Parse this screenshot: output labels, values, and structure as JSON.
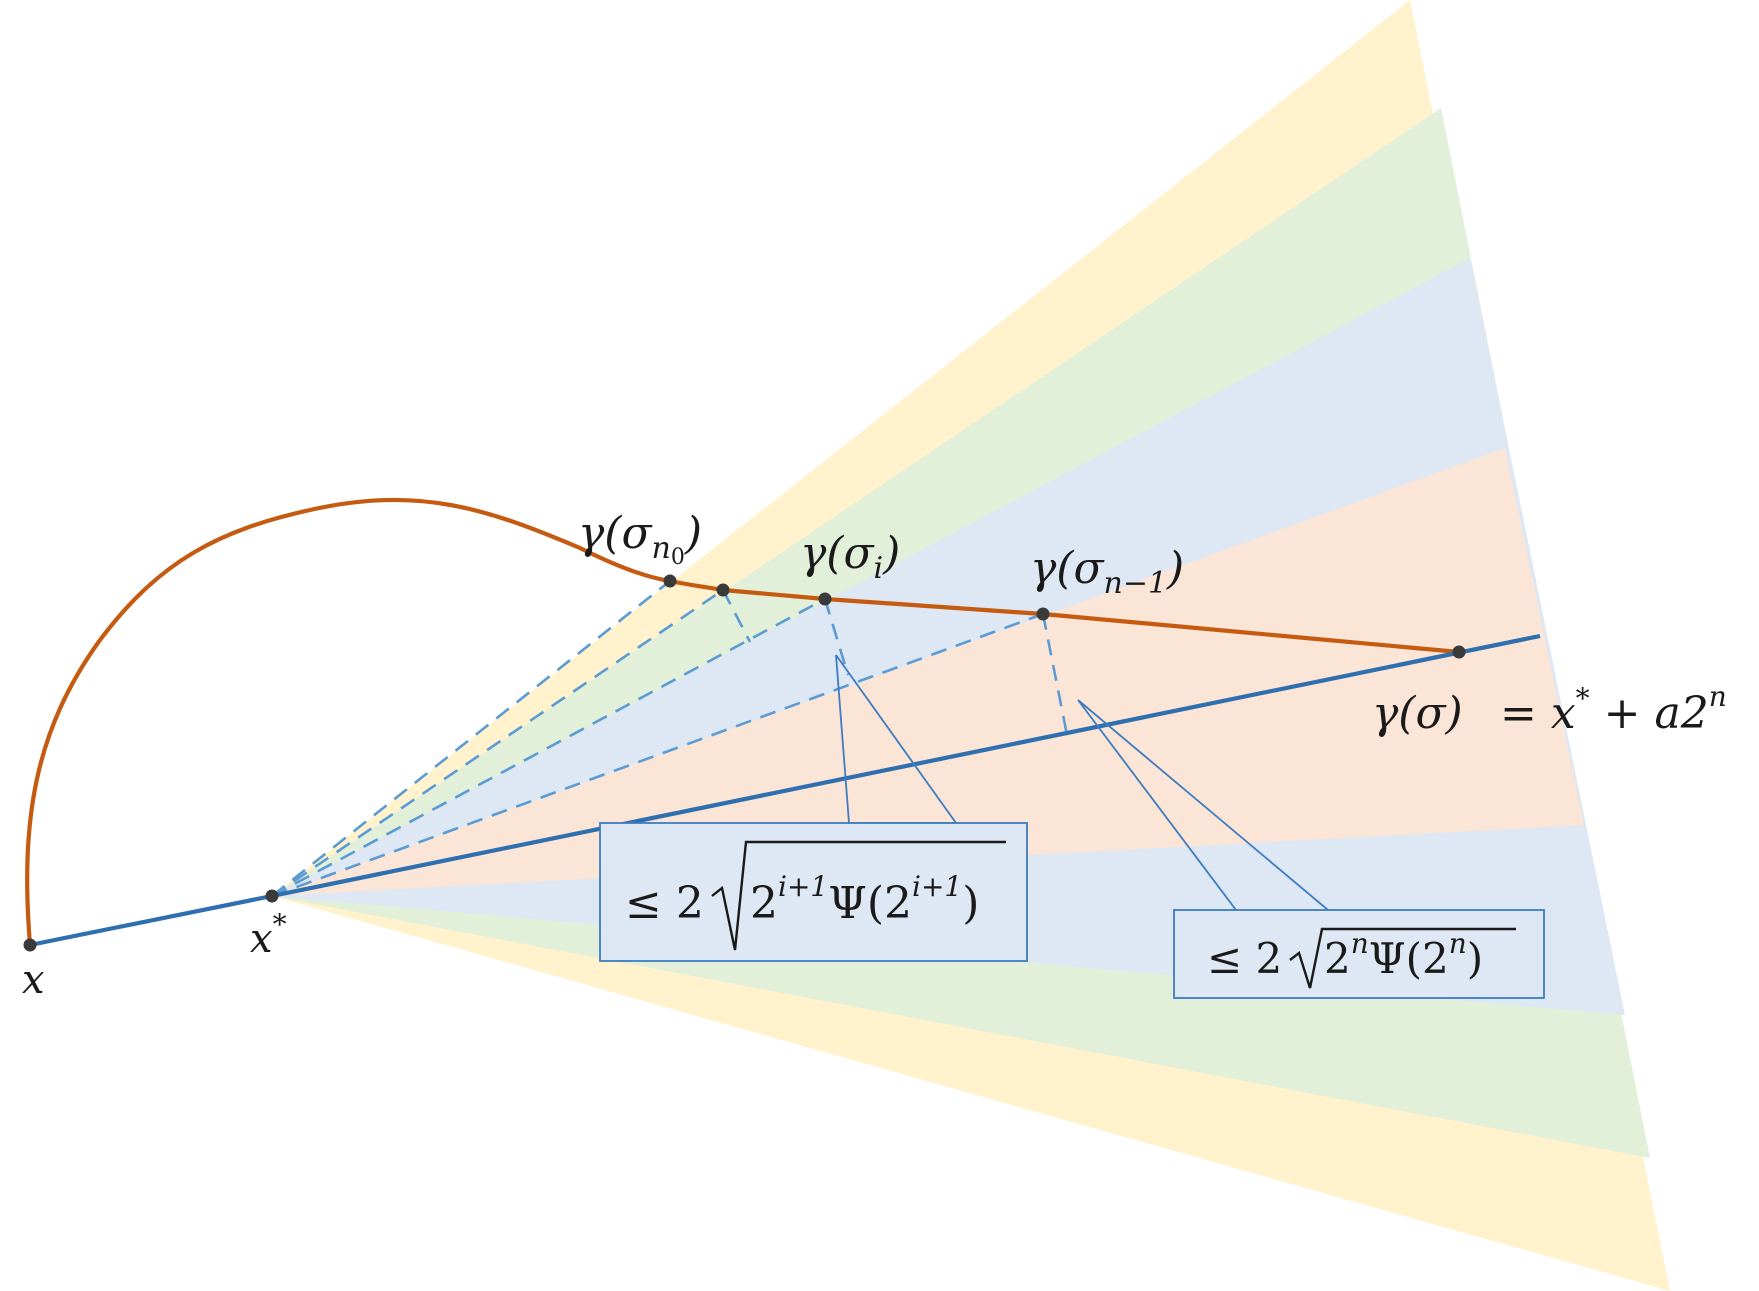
{
  "colors": {
    "yellow_band": "#fff2cc",
    "green_band": "#e2efd9",
    "blue_band": "#dde8f4",
    "orange_band": "#fbe5d6",
    "curve": "#c55a11",
    "ray": "#2e6faf",
    "dashed": "#5b9bd5",
    "callout_border": "#3d7cc0",
    "point": "#3a3a3a"
  },
  "labels": {
    "x": "x",
    "x_star_base": "x",
    "x_star_sup": "*",
    "gamma_n0": {
      "gamma": "γ(σ",
      "sub": "n",
      "subsub": "0",
      "close": ")"
    },
    "gamma_i": {
      "gamma": "γ(σ",
      "sub": "i",
      "close": ")"
    },
    "gamma_n1": {
      "gamma": "γ(σ",
      "sub": "n−1",
      "close": ")"
    },
    "gamma_sigma": "γ(σ)",
    "equals_expr": {
      "lhs": "= x",
      "star": "*",
      "mid": " + a2",
      "sup": "n"
    }
  },
  "callouts": {
    "left": {
      "prefix": "≤ 2",
      "base1": "2",
      "sup1": "i+1",
      "psi": "Ψ(2",
      "sup2": "i+1",
      "close": ")"
    },
    "right": {
      "prefix": "≤ 2",
      "base1": "2",
      "sup1": "n",
      "psi": "Ψ(2",
      "sup2": "n",
      "close": ")"
    }
  }
}
